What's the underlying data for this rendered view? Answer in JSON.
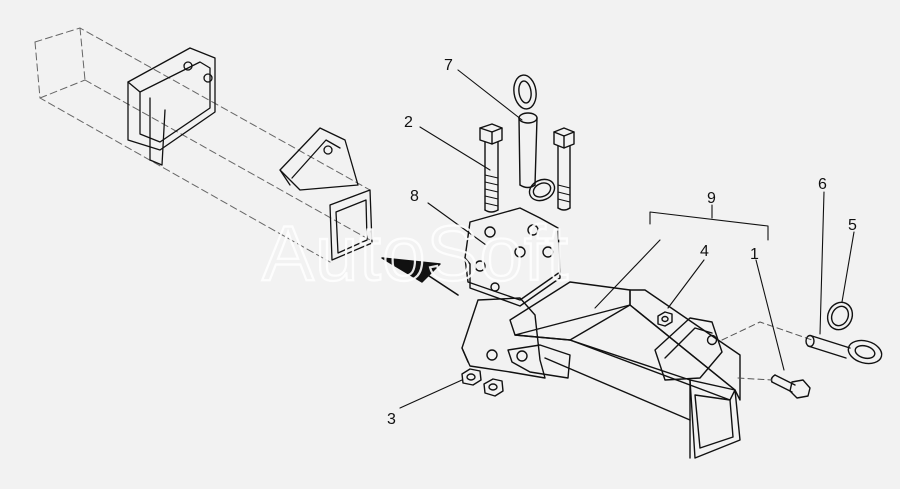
{
  "diagram": {
    "watermark": "AutoSoft",
    "callouts": {
      "c1": "1",
      "c2": "2",
      "c3": "3",
      "c4": "4",
      "c5": "5",
      "c6": "6",
      "c7": "7",
      "c8": "8",
      "c9": "9"
    },
    "colors": {
      "line": "#111111",
      "dash": "#555555",
      "background": "#f2f2f2"
    }
  }
}
